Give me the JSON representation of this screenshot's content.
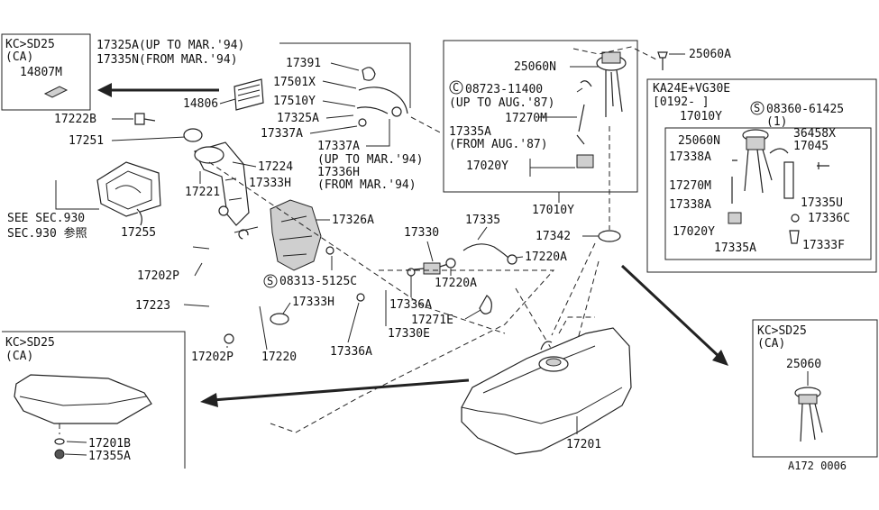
{
  "insets": {
    "top_left": {
      "line1": "KC>SD25",
      "line2": "(CA)",
      "part": "14807M"
    },
    "bottom_left": {
      "line1": "KC>SD25",
      "line2": "(CA)",
      "part1": "17201B",
      "part2": "17355A"
    },
    "bottom_right": {
      "line1": "KC>SD25",
      "line2": "(CA)",
      "part": "25060"
    },
    "right_box": {
      "title": "KA24E+VG30E",
      "range": "[0192-     ]",
      "labels": [
        "17010Y",
        "25060N",
        "08360-61425",
        "(1)",
        "36458X",
        "17045",
        "17338A",
        "17270M",
        "17338A",
        "17335U",
        "17336C",
        "17020Y",
        "17335A",
        "17333F"
      ]
    },
    "center_box": {
      "labels": [
        "25060N",
        "08723-11400",
        "(UP TO AUG.'87)",
        "17270M",
        "17335A",
        "(FROM AUG.'87)",
        "17020Y"
      ],
      "below": "17010Y"
    }
  },
  "labels": {
    "l17325A_up": "17325A(UP TO MAR.'94)",
    "l17335N_from": "17335N(FROM MAR.'94)",
    "l25060A": "25060A",
    "l17391": "17391",
    "l17501X": "17501X",
    "l17510Y": "17510Y",
    "l17325A": "17325A",
    "l17337A_1": "17337A",
    "l17337A_2": "17337A",
    "l_upto94": "(UP TO MAR.'94)",
    "l17336H": "17336H",
    "l_from94": "(FROM MAR.'94)",
    "l14806": "14806",
    "l17222B": "17222B",
    "l17251": "17251",
    "l17224": "17224",
    "l17333H_1": "17333H",
    "l17221": "17221",
    "l_seesec": "SEE SEC.930",
    "l_sec930": "SEC.930 参照",
    "l17255": "17255",
    "l17326A": "17326A",
    "l17330": "17330",
    "l17335": "17335",
    "l17342": "17342",
    "l17220A_1": "17220A",
    "l08313": "08313-5125C",
    "l17220A_2": "17220A",
    "l17202P_1": "17202P",
    "l17223": "17223",
    "l17333H_2": "17333H",
    "l17336A_1": "17336A",
    "l17271E": "17271E",
    "l17330E": "17330E",
    "l17336A_2": "17336A",
    "l17202P_2": "17202P",
    "l17220": "17220",
    "l17201": "17201",
    "code": "A172  0006"
  },
  "icons": [
    "bolt-icon",
    "hose-icon",
    "filler-neck-icon",
    "fuel-tank-icon",
    "sender-unit-icon",
    "clamp-icon",
    "heat-shield-icon",
    "circled-s-symbol",
    "circled-c-symbol"
  ]
}
